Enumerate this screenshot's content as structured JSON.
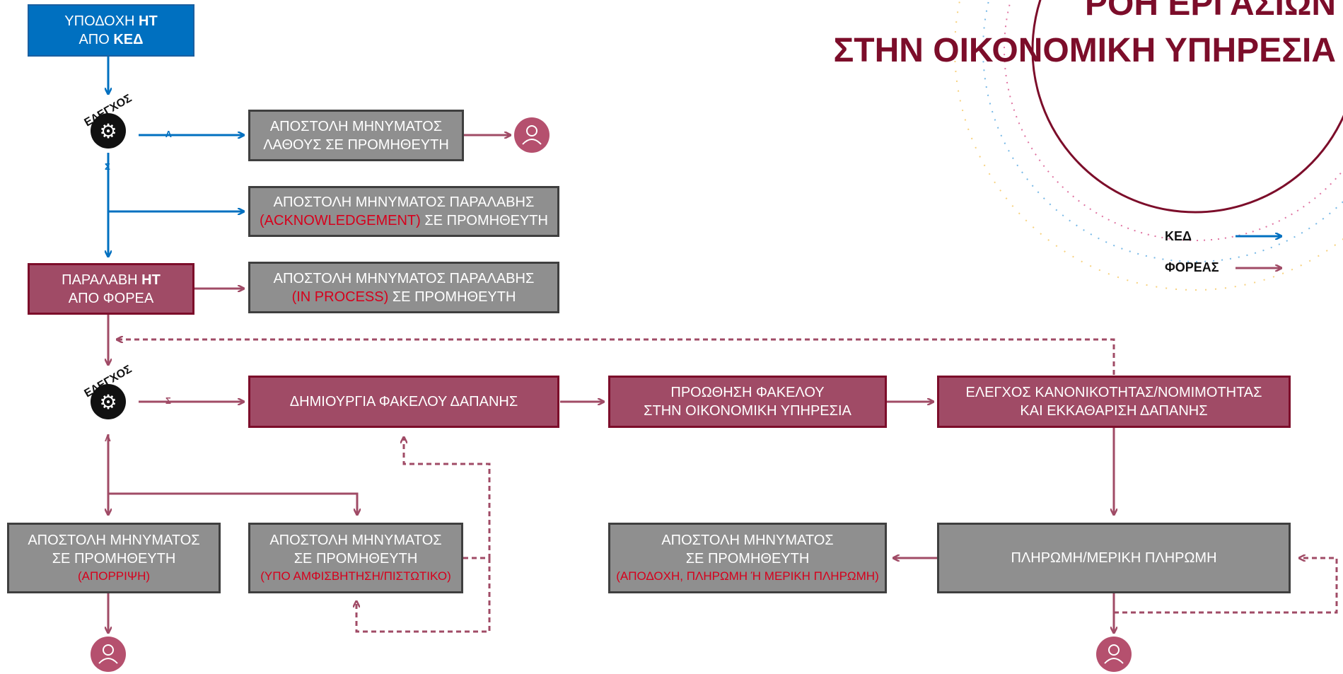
{
  "title": {
    "line1": "ΡΟΗ ΕΡΓΑΣΙΩΝ",
    "line2": "ΣΤΗΝ ΟΙΚΟΝΟΜΙΚΗ ΥΠΗΡΕΣΙΑ"
  },
  "legend": {
    "ked": "ΚΕΔ",
    "foreas": "ΦΟΡΕΑΣ"
  },
  "colors": {
    "blue": "#0070c0",
    "red": "#a04b66",
    "dark_red": "#7c0d2a",
    "gray": "#8f8f8f",
    "alert": "#d6001c"
  },
  "check_label": "ΕΛΕΓΧΟΣ",
  "branches": {
    "lambda": "Λ",
    "sigma": "Σ"
  },
  "nodes": {
    "receive_ked": {
      "pre1": "ΥΠΟΔΟΧΗ ",
      "bold1": "ΗΤ",
      "pre2": "ΑΠΟ ",
      "bold2": "ΚΕΔ"
    },
    "error_msg": {
      "line1": "ΑΠΟΣΤΟΛΗ ΜΗΝΥΜΑΤΟΣ",
      "line2": "ΛΑΘΟΥΣ ΣΕ ΠΡΟΜΗΘΕΥΤΗ"
    },
    "ack_msg": {
      "line1": "ΑΠΟΣΤΟΛΗ ΜΗΝΥΜΑΤΟΣ ΠΑΡΑΛΑΒΗΣ",
      "hl": "(ACKNOWLEDGEMENT)",
      "rest": " ΣΕ ΠΡΟΜΗΘΕΥΤΗ"
    },
    "receive_foreas": {
      "pre1": "ΠΑΡΑΛΑΒΗ ",
      "bold1": "ΗΤ",
      "line2": "ΑΠΟ ΦΟΡΕΑ"
    },
    "inprocess_msg": {
      "line1": "ΑΠΟΣΤΟΛΗ ΜΗΝΥΜΑΤΟΣ ΠΑΡΑΛΑΒΗΣ",
      "hl": "(IN PROCESS)",
      "rest": " ΣΕ ΠΡΟΜΗΘΕΥΤΗ"
    },
    "create_folder": {
      "line1": "ΔΗΜΙΟΥΡΓΙΑ ΦΑΚΕΛΟΥ ΔΑΠΑΝΗΣ"
    },
    "forward_folder": {
      "line1": "ΠΡΟΩΘΗΣΗ ΦΑΚΕΛΟΥ",
      "line2": "ΣΤΗΝ ΟΙΚΟΝΟΜΙΚΗ ΥΠΗΡΕΣΙΑ"
    },
    "legality_check": {
      "line1": "ΕΛΕΓΧΟΣ ΚΑΝΟΝΙΚΟΤΗΤΑΣ/ΝΟΜΙΜΟΤΗΤΑΣ",
      "line2": "ΚΑΙ ΕΚΚΑΘΑΡΙΣΗ ΔΑΠΑΝΗΣ"
    },
    "reject_msg": {
      "line1": "ΑΠΟΣΤΟΛΗ ΜΗΝΥΜΑΤΟΣ",
      "line2": "ΣΕ ΠΡΟΜΗΘΕΥΤΗ",
      "hl": "(ΑΠΟΡΡΙΨΗ)"
    },
    "dispute_msg": {
      "line1": "ΑΠΟΣΤΟΛΗ ΜΗΝΥΜΑΤΟΣ",
      "line2": "ΣΕ ΠΡΟΜΗΘΕΥΤΗ",
      "hl": "(ΥΠΟ ΑΜΦΙΣΒΗΤΗΣΗ/ΠΙΣΤΩΤΙΚΟ)"
    },
    "accept_msg": {
      "line1": "ΑΠΟΣΤΟΛΗ ΜΗΝΥΜΑΤΟΣ",
      "line2": "ΣΕ ΠΡΟΜΗΘΕΥΤΗ",
      "hl": "(ΑΠΟΔΟΧΗ, ΠΛΗΡΩΜΗ Ή ΜΕΡΙΚΗ ΠΛΗΡΩΜΗ)"
    },
    "payment": {
      "line1": "ΠΛΗΡΩΜΗ/ΜΕΡΙΚΗ ΠΛΗΡΩΜΗ"
    }
  }
}
